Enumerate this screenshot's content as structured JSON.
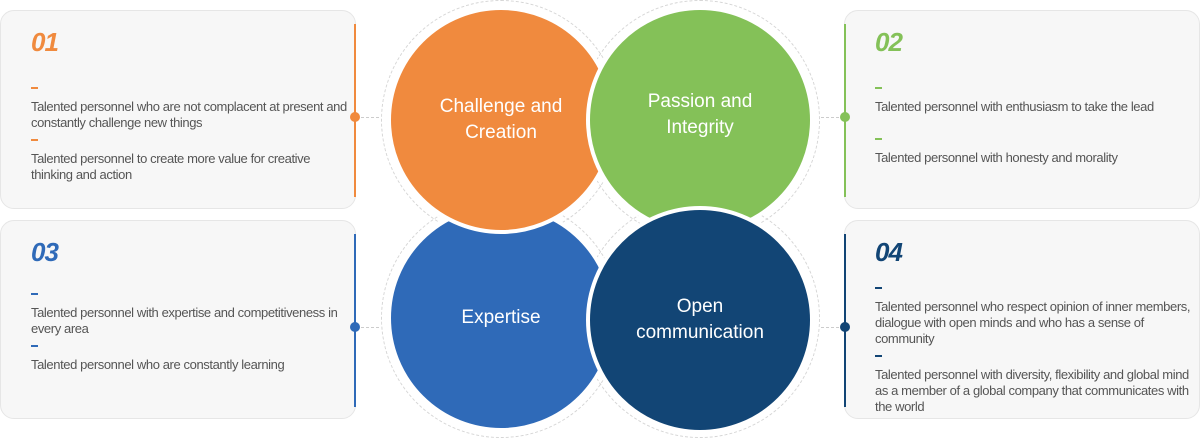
{
  "colors": {
    "orange": "#f08a3e",
    "green": "#84c158",
    "blue": "#2f6ab8",
    "navy": "#124575"
  },
  "circles": [
    {
      "label_line1": "Challenge and",
      "label_line2": "Creation"
    },
    {
      "label_line1": "Passion and",
      "label_line2": "Integrity"
    },
    {
      "label_line1": "Expertise",
      "label_line2": ""
    },
    {
      "label_line1": "Open",
      "label_line2": "communication"
    }
  ],
  "cards": [
    {
      "number": "01",
      "items": [
        "Talented personnel who are not complacent at present and constantly challenge new things",
        "Talented personnel to create more value for creative thinking and action"
      ]
    },
    {
      "number": "02",
      "items": [
        "Talented personnel with enthusiasm to take the lead",
        "Talented personnel with honesty and morality"
      ]
    },
    {
      "number": "03",
      "items": [
        "Talented personnel with expertise and competitiveness in every area",
        "Talented personnel who are constantly learning"
      ]
    },
    {
      "number": "04",
      "items": [
        "Talented personnel who respect opinion of inner members, dialogue with open minds and who has a sense of community",
        "Talented personnel with diversity, flexibility and global mind as a member of a global company that communicates with the world"
      ]
    }
  ]
}
